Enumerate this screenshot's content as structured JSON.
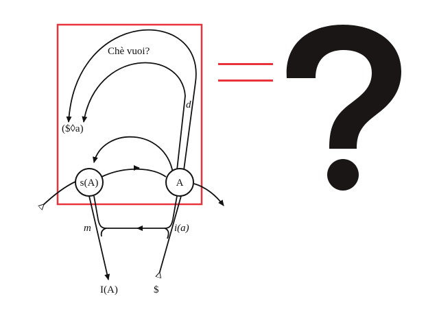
{
  "diagram": {
    "title_label": "Chè vuoi?",
    "fantasy_formula": "($◊a)",
    "nodes": {
      "signified": "s(A)",
      "other": "A",
      "ego_ideal": "I(A)",
      "barred_subject": "$"
    },
    "edge_labels": {
      "desire": "d",
      "ego": "m",
      "image_of_other": "i(a)"
    },
    "equals_sign": "=",
    "question_mark": "?"
  },
  "colors": {
    "highlight_box": "#e8323c",
    "equals": "#e8323c",
    "question_mark": "#1a1616",
    "lines": "#111111"
  }
}
